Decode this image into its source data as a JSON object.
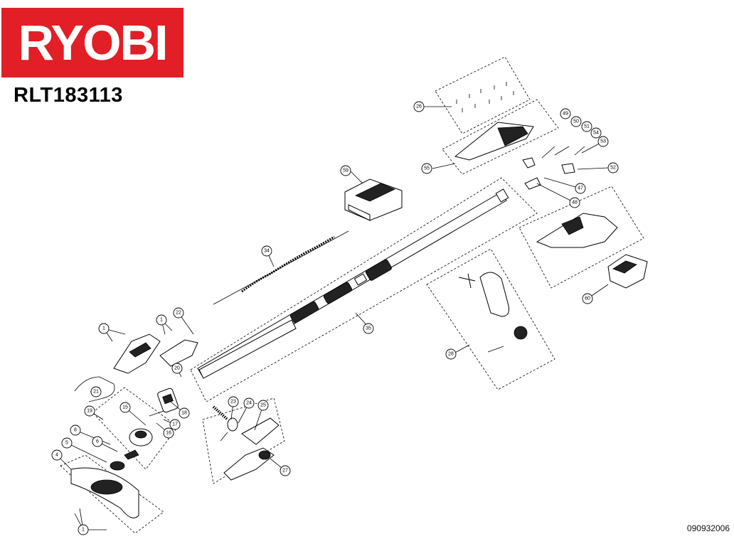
{
  "brand": "RYOBI",
  "model": "RLT183113",
  "doc_number": "090932006",
  "callouts": [
    "1",
    "1",
    "1",
    "4",
    "5",
    "6",
    "8",
    "15",
    "16",
    "17",
    "18",
    "19",
    "20",
    "21",
    "22",
    "23",
    "24",
    "25",
    "27",
    "26",
    "28",
    "34",
    "35",
    "47",
    "48",
    "49",
    "50",
    "51",
    "52",
    "53",
    "54",
    "55",
    "59",
    "60"
  ]
}
